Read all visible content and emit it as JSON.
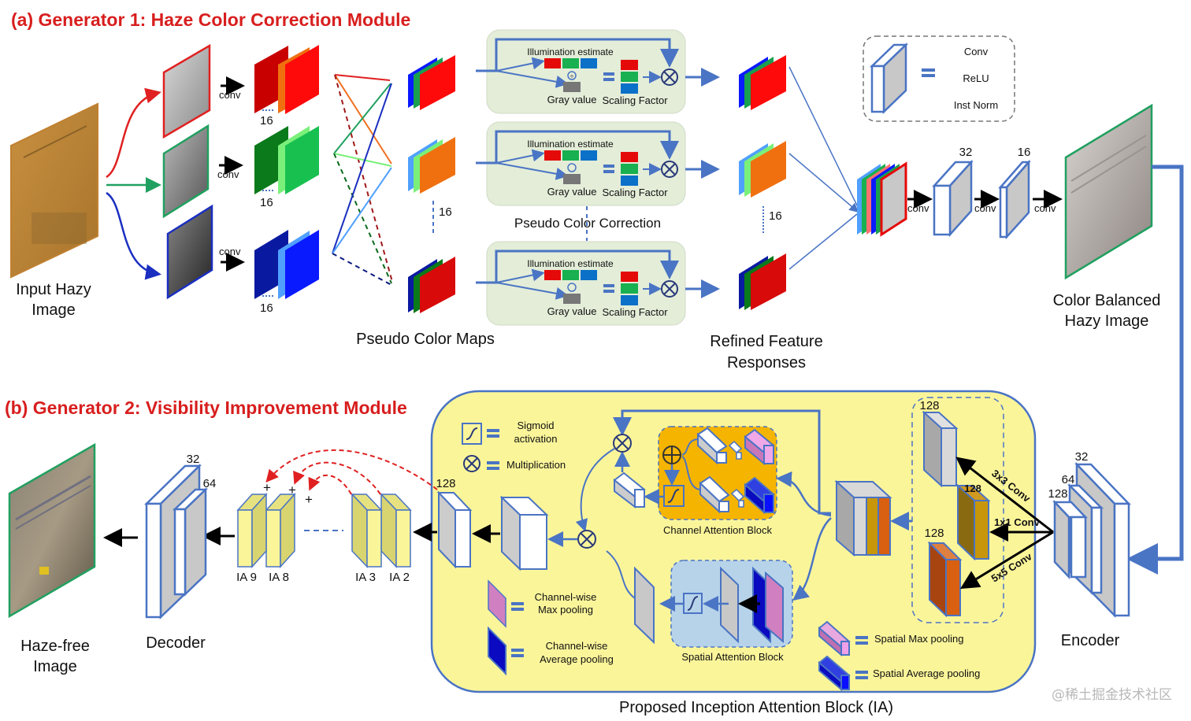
{
  "section_a": {
    "title": "(a) Generator 1: Haze Color Correction Module",
    "input_label": [
      "Input Hazy",
      "Image"
    ],
    "conv_label": "conv",
    "channel_count": "16",
    "pseudo_maps_label": "Pseudo Color Maps",
    "pcc_label": "Pseudo Color Correction",
    "pcc_block": {
      "illumination": "Illumination estimate",
      "gray": "Gray value",
      "scaling": "Scaling Factor"
    },
    "refined_label": [
      "Refined Feature",
      "Responses"
    ],
    "legend": {
      "line1": "Conv",
      "line2": "ReLU",
      "line3": "Inst Norm"
    },
    "channels_32": "32",
    "channels_16": "16",
    "output_label": [
      "Color Balanced",
      "Hazy Image"
    ]
  },
  "section_b": {
    "title": "(b) Generator 2: Visibility Improvement Module",
    "output_label": [
      "Haze-free",
      "Image"
    ],
    "decoder_label": "Decoder",
    "encoder_label": "Encoder",
    "decoder_channels": [
      "32",
      "64"
    ],
    "encoder_channels": [
      "32",
      "64",
      "128"
    ],
    "ia_labels": [
      "IA 9",
      "IA 8",
      "IA 3",
      "IA 2"
    ],
    "plus": "+",
    "ia_block_title": "Proposed Inception Attention Block (IA)",
    "ch_128": "128",
    "legend": {
      "sigmoid": [
        "Sigmoid",
        "activation"
      ],
      "multiplication": "Multiplication",
      "cw_max": [
        "Channel-wise",
        "Max pooling"
      ],
      "cw_avg": [
        "Channel-wise",
        "Average pooling"
      ],
      "sp_max": "Spatial Max pooling",
      "sp_avg": "Spatial Average pooling"
    },
    "channel_attention_label": "Channel Attention Block",
    "spatial_attention_label": "Spatial Attention Block",
    "conv_branches": [
      "3x3 Conv",
      "1x1 Conv",
      "5x5 Conv"
    ]
  },
  "watermark": "@稀土掘金技术社区",
  "colors": {
    "title_red": "#d81e1e",
    "diagram_blue": "#4a74c4",
    "ia_yellow": "#fbf59a",
    "pcc_green": "#e3edd8",
    "channel_att_orange": "#f5b400",
    "spatial_att_blue": "#b7d3ea"
  }
}
